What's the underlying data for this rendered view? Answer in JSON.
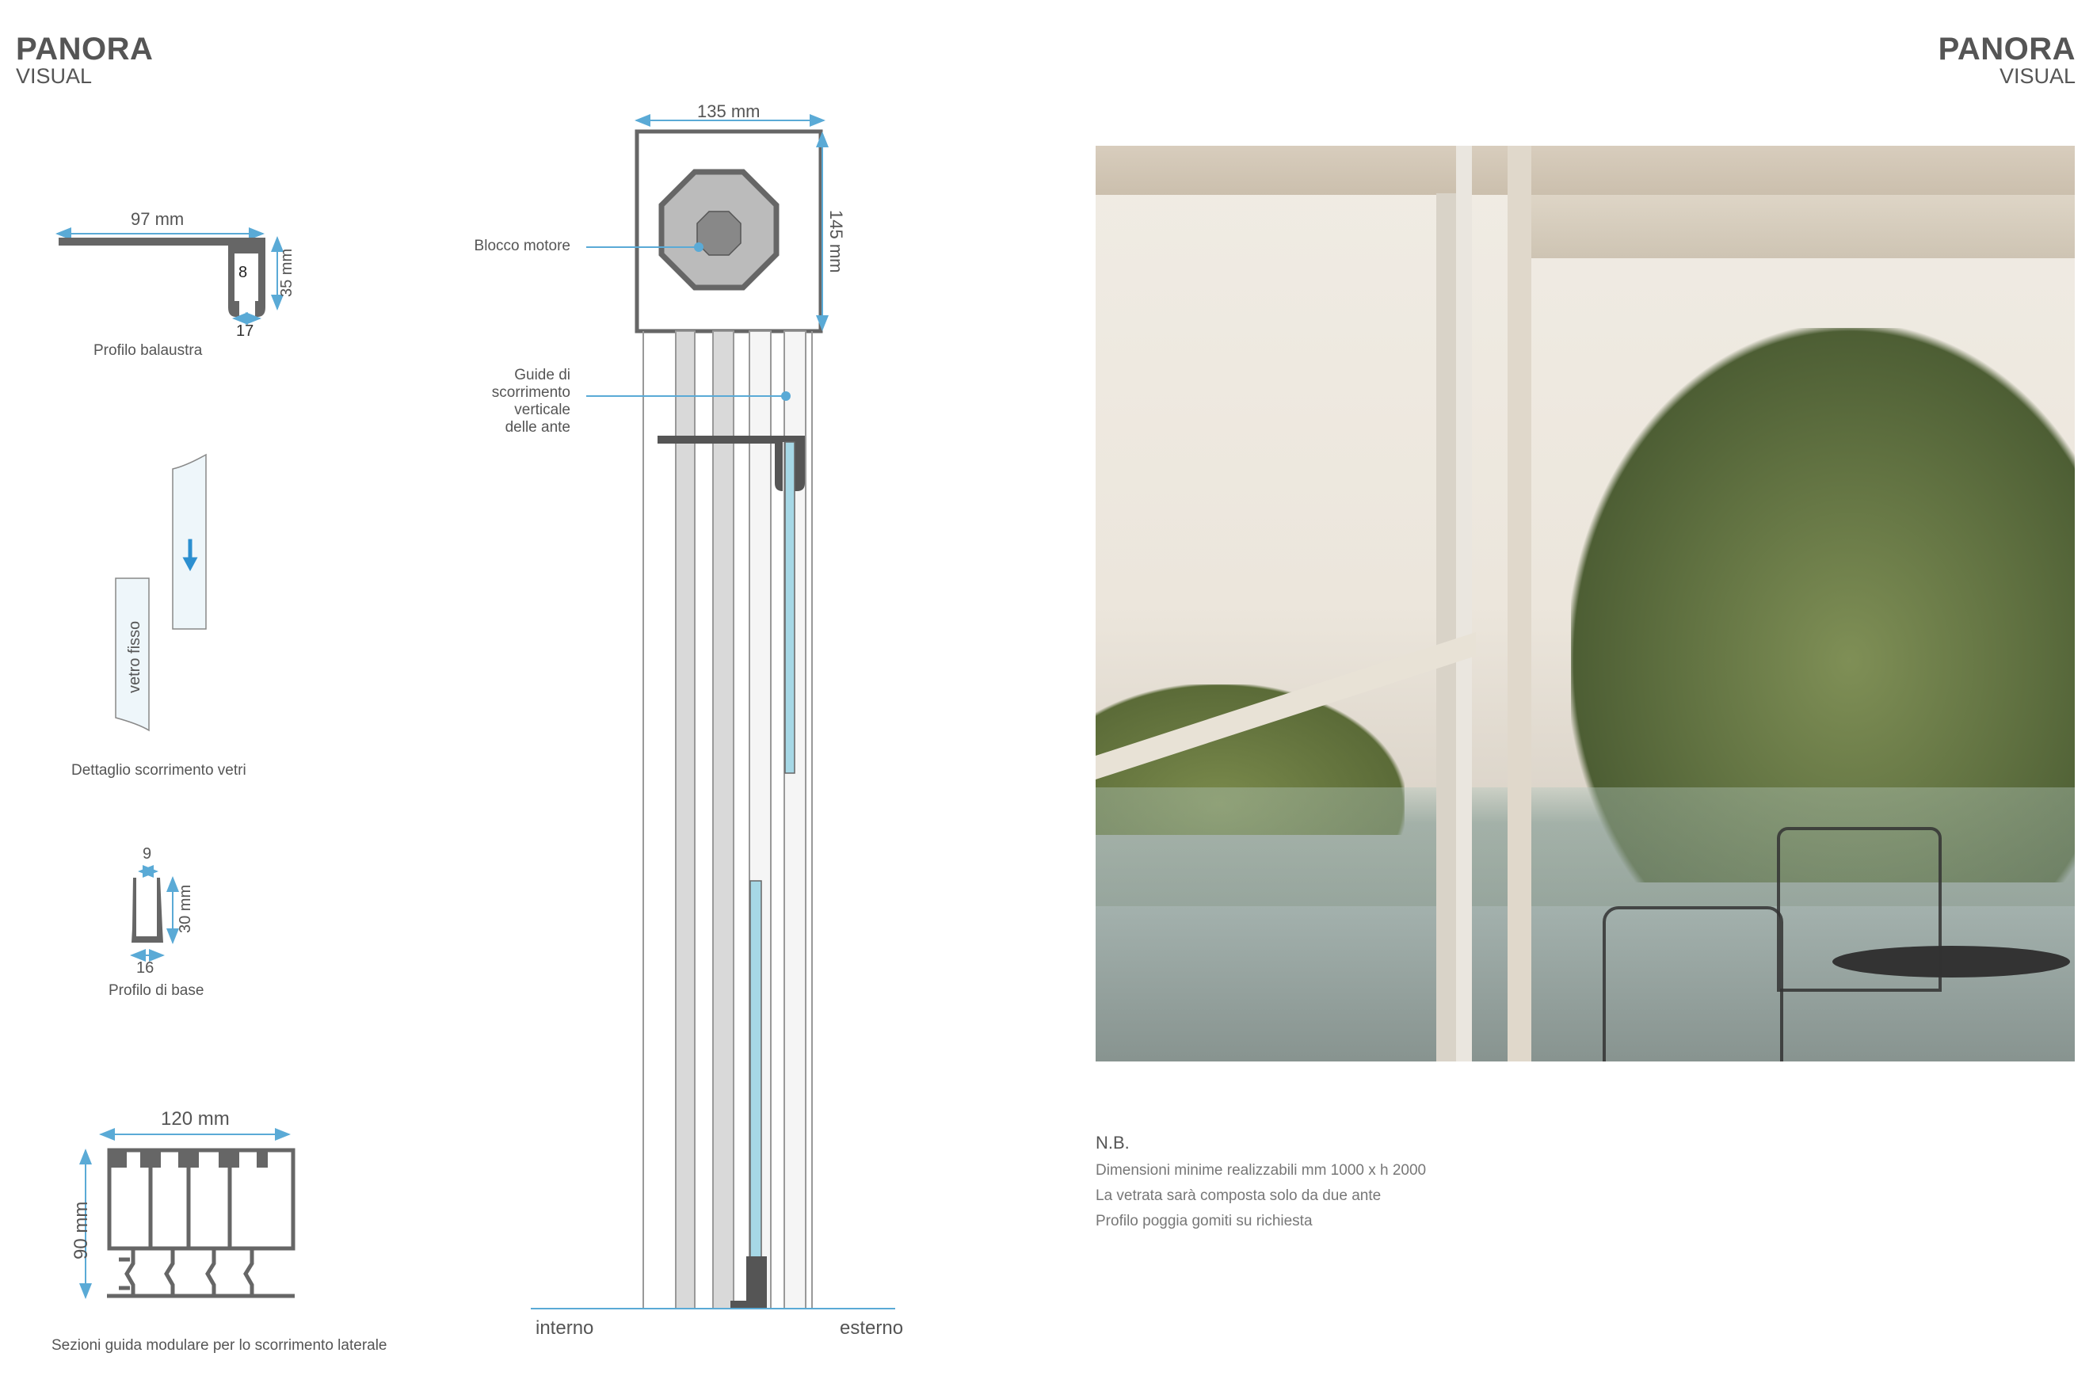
{
  "header_left": {
    "title": "PANORA",
    "subtitle": "VISUAL"
  },
  "header_right": {
    "title": "PANORA",
    "subtitle": "VISUAL"
  },
  "colors": {
    "accent": "#5aaad6",
    "profile": "#666666",
    "glass": "#a6d8e6",
    "text": "#555555"
  },
  "profilo_balaustra": {
    "width_label": "97 mm",
    "height_label": "35 mm",
    "inner_label": "8",
    "bottom_label": "17",
    "caption": "Profilo balaustra"
  },
  "dettaglio_vetri": {
    "fixed_glass_label": "vetro fisso",
    "caption": "Dettaglio scorrimento vetri",
    "arrow": "arrow-down-icon"
  },
  "profilo_base": {
    "top_label": "9",
    "height_label": "30 mm",
    "bottom_label": "16",
    "caption": "Profilo di base"
  },
  "sezioni_guida": {
    "width_label": "120 mm",
    "height_label": "90 mm",
    "caption": "Sezioni guida modulare per lo scorrimento laterale"
  },
  "section_drawing": {
    "width_label": "135 mm",
    "height_label": "145 mm",
    "callout_motor": "Blocco motore",
    "callout_guides": [
      "Guide di",
      "scorrimento",
      "verticale",
      "delle ante"
    ],
    "side_left": "interno",
    "side_right": "esterno"
  },
  "photo": {
    "alt": "Veranda con vetrata panoramica, pini e tavolino all'aperto"
  },
  "notes": {
    "title": "N.B.",
    "lines": [
      "Dimensioni minime realizzabili mm 1000 x h 2000",
      "La vetrata sarà composta solo da due ante",
      "Profilo poggia gomiti su richiesta"
    ]
  }
}
